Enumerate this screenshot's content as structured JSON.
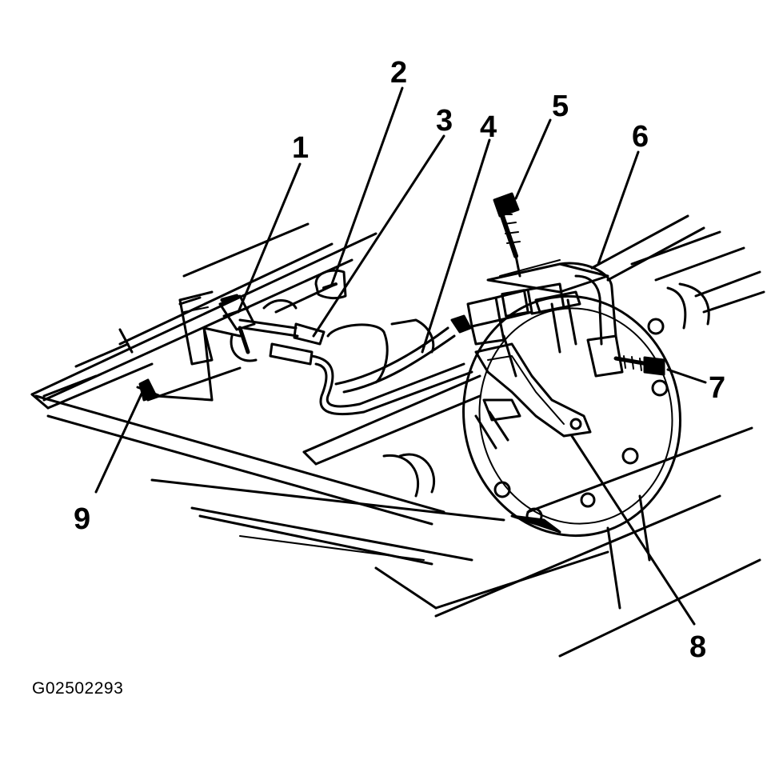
{
  "figure": {
    "code": "G02502293",
    "callouts": [
      {
        "id": "1",
        "text": "1"
      },
      {
        "id": "2",
        "text": "2"
      },
      {
        "id": "3",
        "text": "3"
      },
      {
        "id": "4",
        "text": "4"
      },
      {
        "id": "5",
        "text": "5"
      },
      {
        "id": "6",
        "text": "6"
      },
      {
        "id": "7",
        "text": "7"
      },
      {
        "id": "8",
        "text": "8"
      },
      {
        "id": "9",
        "text": "9"
      }
    ]
  },
  "colors": {
    "ink": "#000000",
    "paper": "#ffffff"
  }
}
